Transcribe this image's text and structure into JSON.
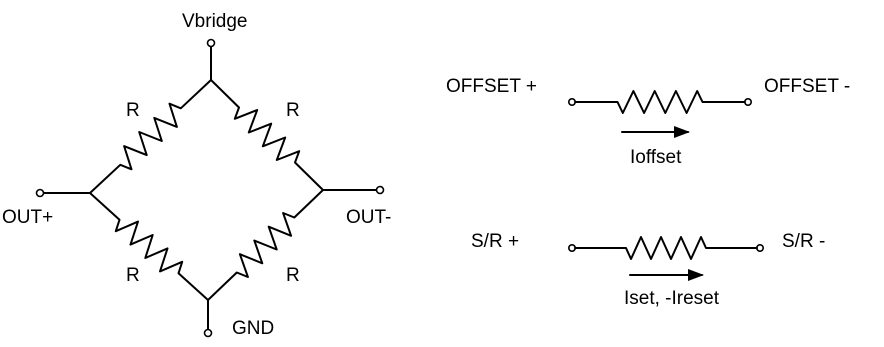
{
  "bridge": {
    "top_label": "Vbridge",
    "bottom_label": "GND",
    "left_label": "OUT+",
    "right_label": "OUT-",
    "resistor_labels": [
      "R",
      "R",
      "R",
      "R"
    ]
  },
  "offset_strap": {
    "left_label": "OFFSET +",
    "right_label": "OFFSET -",
    "current_label": "Ioffset"
  },
  "set_reset_strap": {
    "left_label": "S/R +",
    "right_label": "S/R -",
    "current_label": "Iset, -Ireset"
  }
}
